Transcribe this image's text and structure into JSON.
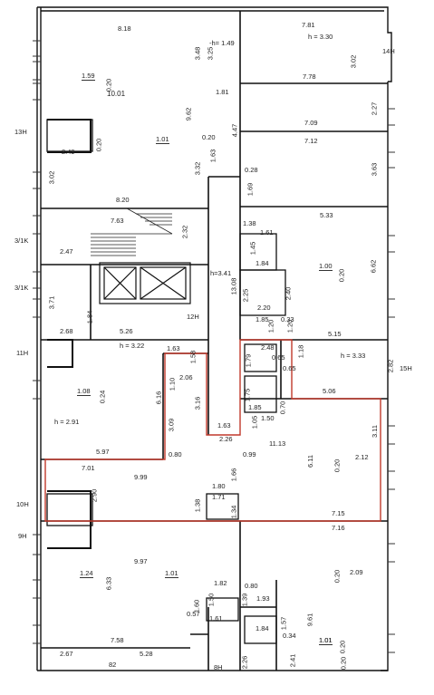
{
  "plan": {
    "axis_marks": [
      "13H",
      "3/1K",
      "3/1K",
      "11H",
      "10H",
      "9H",
      "14H",
      "15H",
      "8H"
    ],
    "room_areas": [
      "1.59",
      "10.01",
      "1.01",
      "1.08",
      "1.00",
      "1.24",
      "1.01",
      "1.01"
    ],
    "heights": [
      "h = 3.30",
      "h=3.41",
      "h = 3.22",
      "h = 2.91",
      "h = 3.33",
      "-h= 1.49"
    ],
    "dimensions": [
      "8.18",
      "7.81",
      "3.48",
      "3.25",
      "7.78",
      "3.02",
      "1.81",
      "0.20",
      "9.62",
      "2.49",
      "0.20",
      "4.47",
      "7.09",
      "2.27",
      "7.12",
      "0.20",
      "1.63",
      "3.32",
      "0.28",
      "3.63",
      "3.02",
      "8.20",
      "1.69",
      "7.63",
      "2.32",
      "1.38",
      "1.61",
      "5.33",
      "2.47",
      "1.45",
      "1.84",
      "6.62",
      "0.20",
      "3.71",
      "13.08",
      "2.25",
      "2.40",
      "1.84",
      "12H",
      "2.20",
      "1.85",
      "0.33",
      "2.68",
      "5.26",
      "5.15",
      "1.20",
      "1.20",
      "2.48",
      "0.65",
      "1.18",
      "1.63",
      "1.58",
      "0.65",
      "2.82",
      "2.06",
      "1.10",
      "1.79",
      "1.75",
      "6.16",
      "0.24",
      "3.16",
      "5.06",
      "1.85",
      "1.50",
      "1.05",
      "0.70",
      "3.09",
      "1.63",
      "3.11",
      "2.26",
      "11.13",
      "5.97",
      "0.80",
      "0.99",
      "6.11",
      "0.20",
      "2.12",
      "7.01",
      "9.99",
      "1.66",
      "1.80",
      "1.71",
      "2.90",
      "1.38",
      "1.34",
      "7.15",
      "7.16",
      "9.97",
      "1.82",
      "0.80",
      "6.33",
      "0.20",
      "2.09",
      "1.60",
      "1.50",
      "1.93",
      "0.57",
      "1.61",
      "1.39",
      "1.84",
      "1.57",
      "9.61",
      "0.34",
      "7.58",
      "0.20",
      "2.67",
      "5.28",
      "1.01",
      "0.20",
      "2.26",
      "82",
      "2.41"
    ]
  }
}
